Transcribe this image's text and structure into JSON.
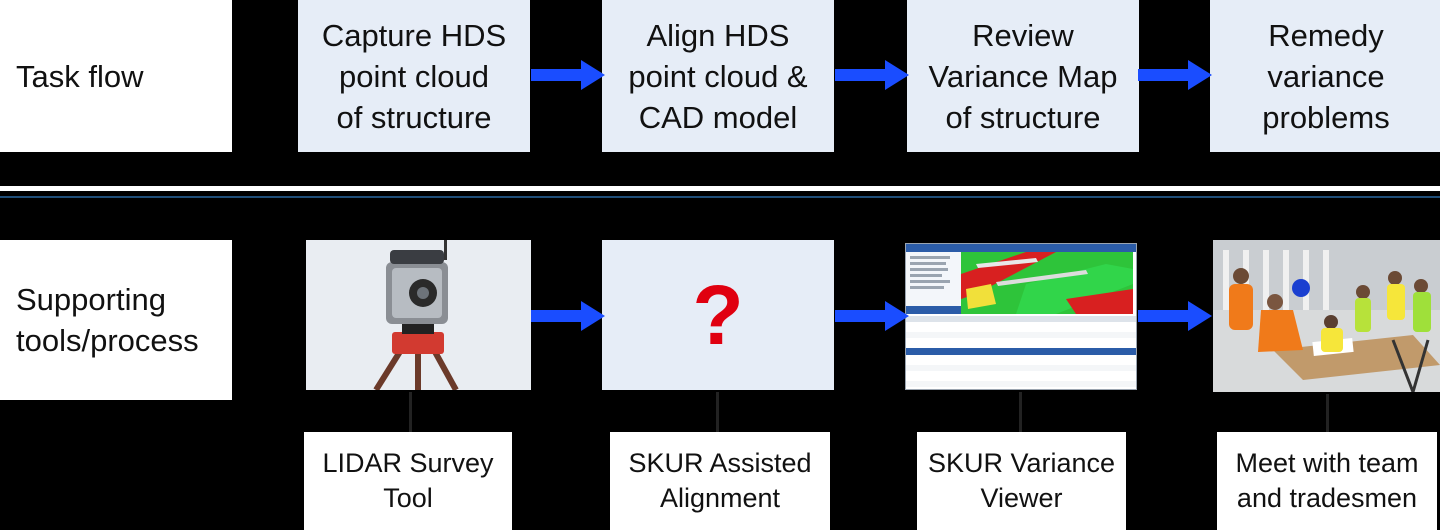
{
  "rows": {
    "task_flow_label": "Task flow",
    "supporting_label": "Supporting\ntools/process"
  },
  "steps": [
    {
      "text": "Capture HDS\npoint cloud\nof structure"
    },
    {
      "text": "Align HDS\npoint cloud &\nCAD model"
    },
    {
      "text": "Review\nVariance Map\nof structure"
    },
    {
      "text": "Remedy\nvariance\nproblems"
    }
  ],
  "tools": [
    {
      "caption": "LIDAR Survey\nTool",
      "image": "lidar-scanner-photo"
    },
    {
      "caption": "SKUR Assisted\nAlignment",
      "image": "question-mark",
      "symbol": "?"
    },
    {
      "caption": "SKUR Variance\nViewer",
      "image": "variance-viewer-screenshot"
    },
    {
      "caption": "Meet with team\nand tradesmen",
      "image": "team-meeting-photo"
    }
  ],
  "colors": {
    "arrow": "#1a4dff",
    "box_fill": "#e6edf7",
    "question_mark": "#e00010",
    "divider_blue": "#1f4e79"
  }
}
